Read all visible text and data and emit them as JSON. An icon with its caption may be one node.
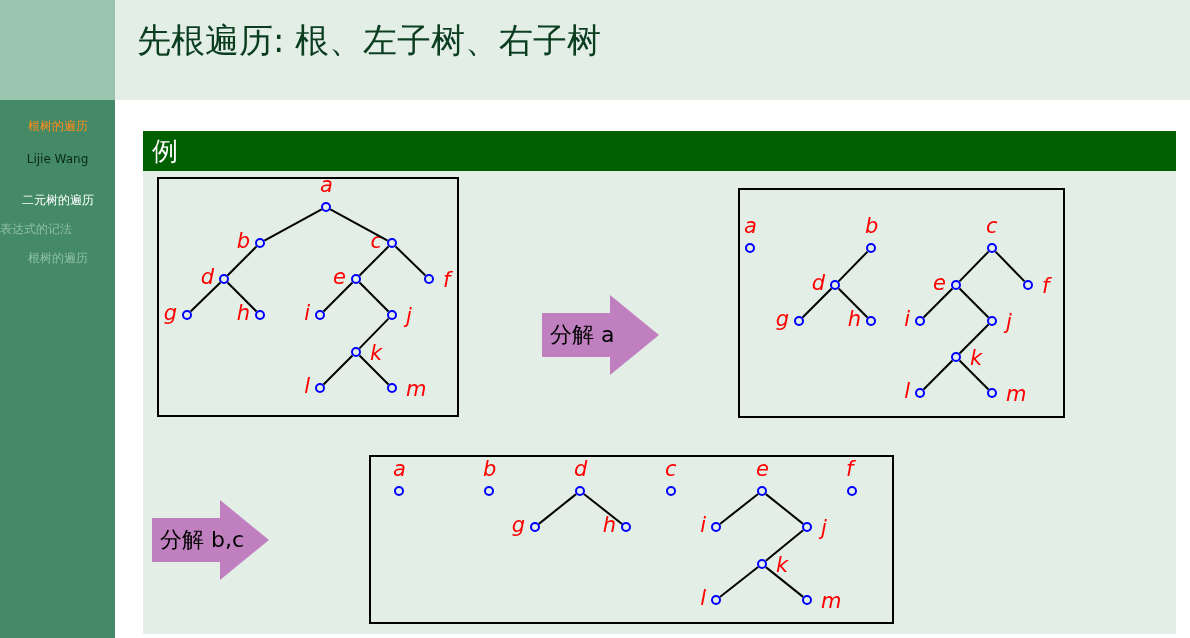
{
  "diagram": {
    "title": "先根遍历: 根、左子树、右子树",
    "nodes": [
      {
        "text": [],
        "shape": "box"
      },
      {
        "text": [
          "a"
        ],
        "in": 0
      },
      {
        "text": [
          "b"
        ],
        "in": 0
      },
      {
        "text": [
          "c"
        ],
        "in": 0
      },
      {
        "text": [
          "d"
        ],
        "in": 0
      },
      {
        "text": [
          "e"
        ],
        "in": 0
      },
      {
        "text": [
          "f"
        ],
        "in": 0
      },
      {
        "text": [
          "g"
        ],
        "in": 0
      },
      {
        "text": [
          "h"
        ],
        "in": 0
      },
      {
        "text": [
          "i"
        ],
        "in": 0
      },
      {
        "text": [
          "j"
        ],
        "in": 0
      },
      {
        "text": [
          "k"
        ],
        "in": 0
      },
      {
        "text": [
          "l"
        ],
        "in": 0
      },
      {
        "text": [
          "m"
        ],
        "in": 0
      },
      {
        "text": [
          "分解 a"
        ]
      },
      {
        "text": [],
        "shape": "box"
      },
      {
        "text": [
          "a"
        ],
        "in": 15
      },
      {
        "text": [
          "b"
        ],
        "in": 15
      },
      {
        "text": [
          "c"
        ],
        "in": 15
      },
      {
        "text": [
          "d"
        ],
        "in": 15
      },
      {
        "text": [
          "e"
        ],
        "in": 15
      },
      {
        "text": [
          "f"
        ],
        "in": 15
      },
      {
        "text": [
          "g"
        ],
        "in": 15
      },
      {
        "text": [
          "h"
        ],
        "in": 15
      },
      {
        "text": [
          "i"
        ],
        "in": 15
      },
      {
        "text": [
          "j"
        ],
        "in": 15
      },
      {
        "text": [
          "k"
        ],
        "in": 15
      },
      {
        "text": [
          "l"
        ],
        "in": 15
      },
      {
        "text": [
          "m"
        ],
        "in": 15
      },
      {
        "text": [
          "分解 b,c"
        ]
      },
      {
        "text": [],
        "shape": "box"
      },
      {
        "text": [
          "a"
        ],
        "in": 30
      },
      {
        "text": [
          "b"
        ],
        "in": 30
      },
      {
        "text": [
          "d"
        ],
        "in": 30
      },
      {
        "text": [
          "c"
        ],
        "in": 30
      },
      {
        "text": [
          "e"
        ],
        "in": 30
      },
      {
        "text": [
          "f"
        ],
        "in": 30
      },
      {
        "text": [
          "g"
        ],
        "in": 30
      },
      {
        "text": [
          "h"
        ],
        "in": 30
      },
      {
        "text": [
          "i"
        ],
        "in": 30
      },
      {
        "text": [
          "j"
        ],
        "in": 30
      },
      {
        "text": [
          "k"
        ],
        "in": 30
      },
      {
        "text": [
          "l"
        ],
        "in": 30
      },
      {
        "text": [
          "m"
        ],
        "in": 30
      }
    ],
    "edges": [
      {
        "from": 1,
        "to": 2,
        "arrow": "none"
      },
      {
        "from": 1,
        "to": 3,
        "arrow": "none"
      },
      {
        "from": 2,
        "to": 4,
        "arrow": "none"
      },
      {
        "from": 3,
        "to": 5,
        "arrow": "none"
      },
      {
        "from": 3,
        "to": 6,
        "arrow": "none"
      },
      {
        "from": 4,
        "to": 7,
        "arrow": "none"
      },
      {
        "from": 4,
        "to": 8,
        "arrow": "none"
      },
      {
        "from": 5,
        "to": 9,
        "arrow": "none"
      },
      {
        "from": 5,
        "to": 10,
        "arrow": "none"
      },
      {
        "from": 10,
        "to": 11,
        "arrow": "none"
      },
      {
        "from": 11,
        "to": 12,
        "arrow": "none"
      },
      {
        "from": 11,
        "to": 13,
        "arrow": "none"
      },
      {
        "from": 17,
        "to": 19,
        "arrow": "none"
      },
      {
        "from": 19,
        "to": 22,
        "arrow": "none"
      },
      {
        "from": 19,
        "to": 23,
        "arrow": "none"
      },
      {
        "from": 18,
        "to": 20,
        "arrow": "none"
      },
      {
        "from": 18,
        "to": 21,
        "arrow": "none"
      },
      {
        "from": 20,
        "to": 24,
        "arrow": "none"
      },
      {
        "from": 20,
        "to": 25,
        "arrow": "none"
      },
      {
        "from": 25,
        "to": 26,
        "arrow": "none"
      },
      {
        "from": 26,
        "to": 27,
        "arrow": "none"
      },
      {
        "from": 26,
        "to": 28,
        "arrow": "none"
      },
      {
        "from": 33,
        "to": 37,
        "arrow": "none"
      },
      {
        "from": 33,
        "to": 38,
        "arrow": "none"
      },
      {
        "from": 35,
        "to": 39,
        "arrow": "none"
      },
      {
        "from": 35,
        "to": 40,
        "arrow": "none"
      },
      {
        "from": 40,
        "to": 41,
        "arrow": "none"
      },
      {
        "from": 41,
        "to": 42,
        "arrow": "none"
      },
      {
        "from": 41,
        "to": 43,
        "arrow": "none"
      }
    ],
    "labels": [
      "根树的遍历",
      "Lijie Wang",
      "二元树的遍历",
      "表达式的记法",
      "根树的遍历",
      "例"
    ]
  }
}
